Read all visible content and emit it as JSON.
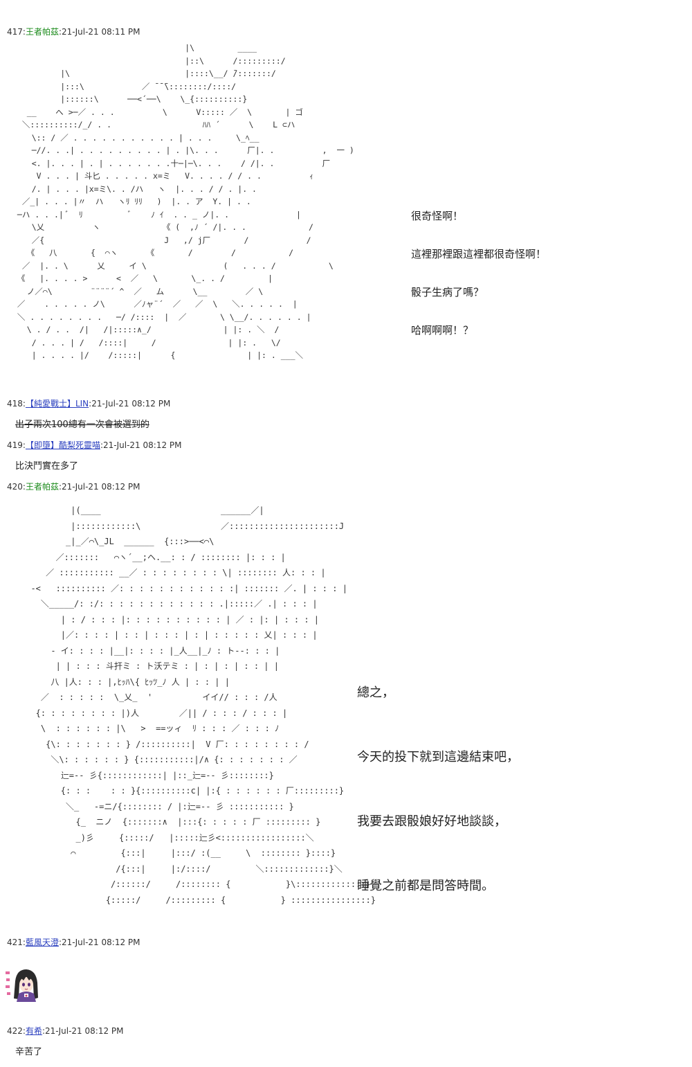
{
  "posts": [
    {
      "num": "417",
      "name": "王者帕茲",
      "time": "21-Jul-21 08:11 PM",
      "aa": "                                    |\\         ____\n                                    |::\\      /:::::::::/\n          |\\                        |::::\\__/ ̄/:::::::/\n          |:::\\            ／ ̄ ̄ ̄\\::::::::/::::/\n          |::::::\\      ──<´──\\    \\_{::::::::::}\n   __    へ >─／ . . .          \\      V::::: ／  \\       | ゴ\n  ＼::::::::::/_/ . .                   ﾊﾊ ´      \\    L ⊂ハ\n    \\:: / ／ . . . . . . . . . . . | . . .     \\_ﾍ__\n    ─//. . .| . . . . . . . . . | . |\\. . .      厂|. .          ,  一 )\n    <. |. . . | . | . . . . . . .十─|─\\. . .    / /|. .          厂\n     V . . . | 斗匕 . . . . . x=ミ   V. . . . / / . .          ｨ\n    /. | . . . |x=ミ\\. . /ハ   ヽ  |. . . / / . |. .\n  ／_| . . . |〃  ハ   ヽﾘ ﾘﾘ   )  |. . ア  Y. | . .\n ─ハ . . .| ﾞ  ﾘ          ﾞ    ﾉ ｲ  . . _ ノ|. .              |\n    \\乂          ヽ             《 (  ,ﾉ ´ /|. . .             /\n    ／{                         J   ,/ j厂       /            /\n   《   八       {  ⌒ヽ      《       /        /           /\n  ／  |. . \\      乂     イ \\                (   . . . /           \\\n 《   |. . . . >      <  ／   \\       \\_. . /         |\n   ノ／⌒\\        ¨¨¨¨´ ^  ／   ム      \\__        ／ \\\n ／    . . . . . ノ\\      ／ﾉャ¨´  ／   ／  \\   ＼. . . . .  |\n ＼ . . . . . . . .   ─/ /::::  |  ／       \\ \\__/. . . . . . |\n   \\ . / . .  /|   /|:::::∧_/               | |: . ＼  /\n    / . . . | /   /::::|     /               | |: .   \\/\n    | . . . . |/    /:::::|      {               | |: . ___＼"
    },
    {
      "num": "418",
      "name": "【純愛戰士】LIN",
      "time": "21-Jul-21 08:12 PM",
      "body": "出子兩次100總有一次會被選到的"
    },
    {
      "num": "419",
      "name": "【即墮】酷梨死靈喵",
      "time": "21-Jul-21 08:12 PM",
      "body": "比決鬥實在多了"
    },
    {
      "num": "420",
      "name": "王者帕茲",
      "time": "21-Jul-21 08:12 PM",
      "aa": "          |(____                        ______／|\n          |::::::::::::\\                ／::::::::::::::::::::::J\n         _|_／⌒\\_JL  ______  {:::>──<⌒\\\n       ／:::::::   ⌒ヽ´__;ヘ.__: : / :::::::: |: : : |\n     ／ ::::::::::: __／ : : : : : : : : \\| :::::::: 人: : : |\n  -<   :::::::::: ／: : : : : : : : : : : :| ::::::: ／. | : : : |\n    ＼_____/: :/: : : : : : : : : : : : .|:::::／ .| : : : |\n        | : / : : : |: : : : : : : : : : | ／ : |: | : : : |\n        |／: : : : | : : | : : : | : | : : : : : 乂| : : : |\n      ‐ イ: : : : |__|: : : : |_人__|_ﾉ : ト‐‐: : : |\n       | | : : : 斗扞ミ : ト沃テミ : | : | : | : : | |\n      八 |人: : : |,ﾋｯﾊ\\{ ﾋｯﾂ_ﾉ 人 | : : | |\n    ／  : : : : :  \\_乂_  '          イイ// : : : /人\n   {: : : : : : : : |)人        ／|| / : : : / : : : |\n    \\  : : : : : : |\\   >  ==ッィ  ﾘ : : : ／ : : : ﾉ\n     {\\: : : : : : : } /::::::::::|  V 厂: : : : : : : : /\n      ＼\\: : : : : : } {:::::::::::|/∧ {: : : : : : : ／\n        辷=‐‐ 彡{::::::::::::| |::_辷=‐‐ 彡::::::::}\n        {: : :    : : }{::::::::::c| |:{ : : : : : : 厂:::::::::}\n         ＼_   -=ニ/{:::::::: / |:辷=‐‐ 彡 ::::::::::: }\n           {_  ニノ  {:::::::∧  |:::{: : : : : 厂 ::::::::: }\n           _)彡     {:::::/   |:::::辷彡<:::::::::::::::::＼\n          ⌒         {:::|     |:::/ :(__     \\  :::::::: }::::}\n                   /{:::|     |:/::::/         ＼:::::::::::::}＼\n                  /::::::/     /:::::::: {           }\\::::::::::::::}\n                 {:::::/     /::::::::: {           } ::::::::::::::::}"
    },
    {
      "num": "421",
      "name": "藍風天澄",
      "time": "21-Jul-21 08:12 PM",
      "avatar_icon": "anime-girl-avatar-icon"
    },
    {
      "num": "422",
      "name": "有希",
      "time": "21-Jul-21 08:12 PM",
      "body": "辛苦了"
    }
  ],
  "dialog_417": [
    "很奇怪啊！",
    "這裡那裡跟這裡都很奇怪啊！",
    "骰子生病了嗎？",
    "哈啊啊啊！？"
  ],
  "dialog_420": [
    "總之，",
    "今天的投下就到這邊結束吧，",
    "我要去跟骰娘好好地談談，",
    "睡覺之前都是問答時間。"
  ]
}
